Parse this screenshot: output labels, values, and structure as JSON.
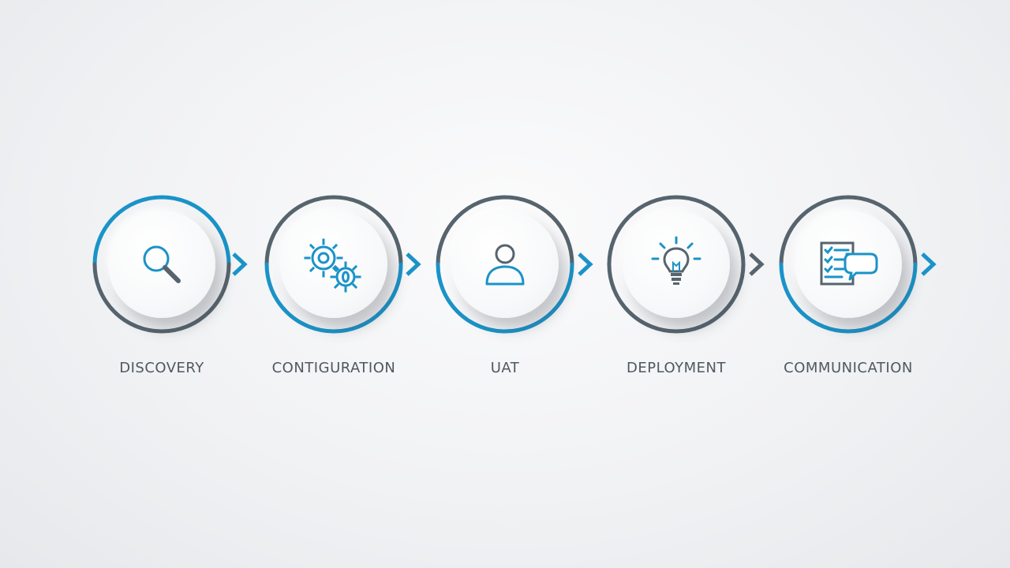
{
  "colors": {
    "blue": "#1a93c8",
    "slate": "#56646e",
    "label": "#4f5860"
  },
  "steps": [
    {
      "label": "DISCOVERY",
      "icon": "magnifier-icon",
      "arc_top": "blue",
      "arc_bottom": "slate"
    },
    {
      "label": "CONTIGURATION",
      "icon": "gears-icon",
      "arc_top": "slate",
      "arc_bottom": "blue"
    },
    {
      "label": "UAT",
      "icon": "user-icon",
      "arc_top": "slate",
      "arc_bottom": "blue"
    },
    {
      "label": "DEPLOYMENT",
      "icon": "lightbulb-icon",
      "arc_top": "slate",
      "arc_bottom": "slate"
    },
    {
      "label": "COMMUNICATION",
      "icon": "checklist-chat-icon",
      "arc_top": "slate",
      "arc_bottom": "blue"
    }
  ]
}
